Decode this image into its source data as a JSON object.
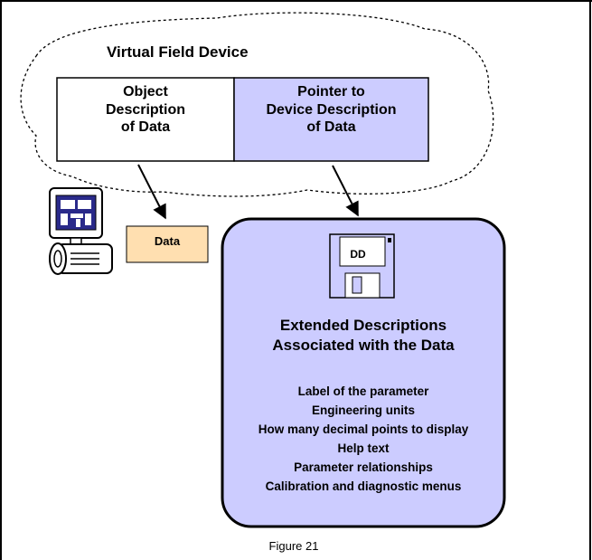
{
  "diagram": {
    "title": "Virtual Field Device",
    "object_description": [
      "Object",
      "Description",
      "of Data"
    ],
    "pointer_description": [
      "Pointer to",
      "Device Description",
      "of Data"
    ],
    "data_box": "Data",
    "disk_label": "DD",
    "extended_title": [
      "Extended Descriptions",
      "Associated with the Data"
    ],
    "details": [
      "Label of the parameter",
      "Engineering units",
      "How many decimal points to display",
      "Help text",
      "Parameter relationships",
      "Calibration and diagnostic menus"
    ],
    "caption": "Figure 21"
  },
  "colors": {
    "lavender": "#ccccff",
    "peach": "#ffdfb0",
    "outline": "#000000",
    "device_icon_blue": "#2a2a8a"
  }
}
